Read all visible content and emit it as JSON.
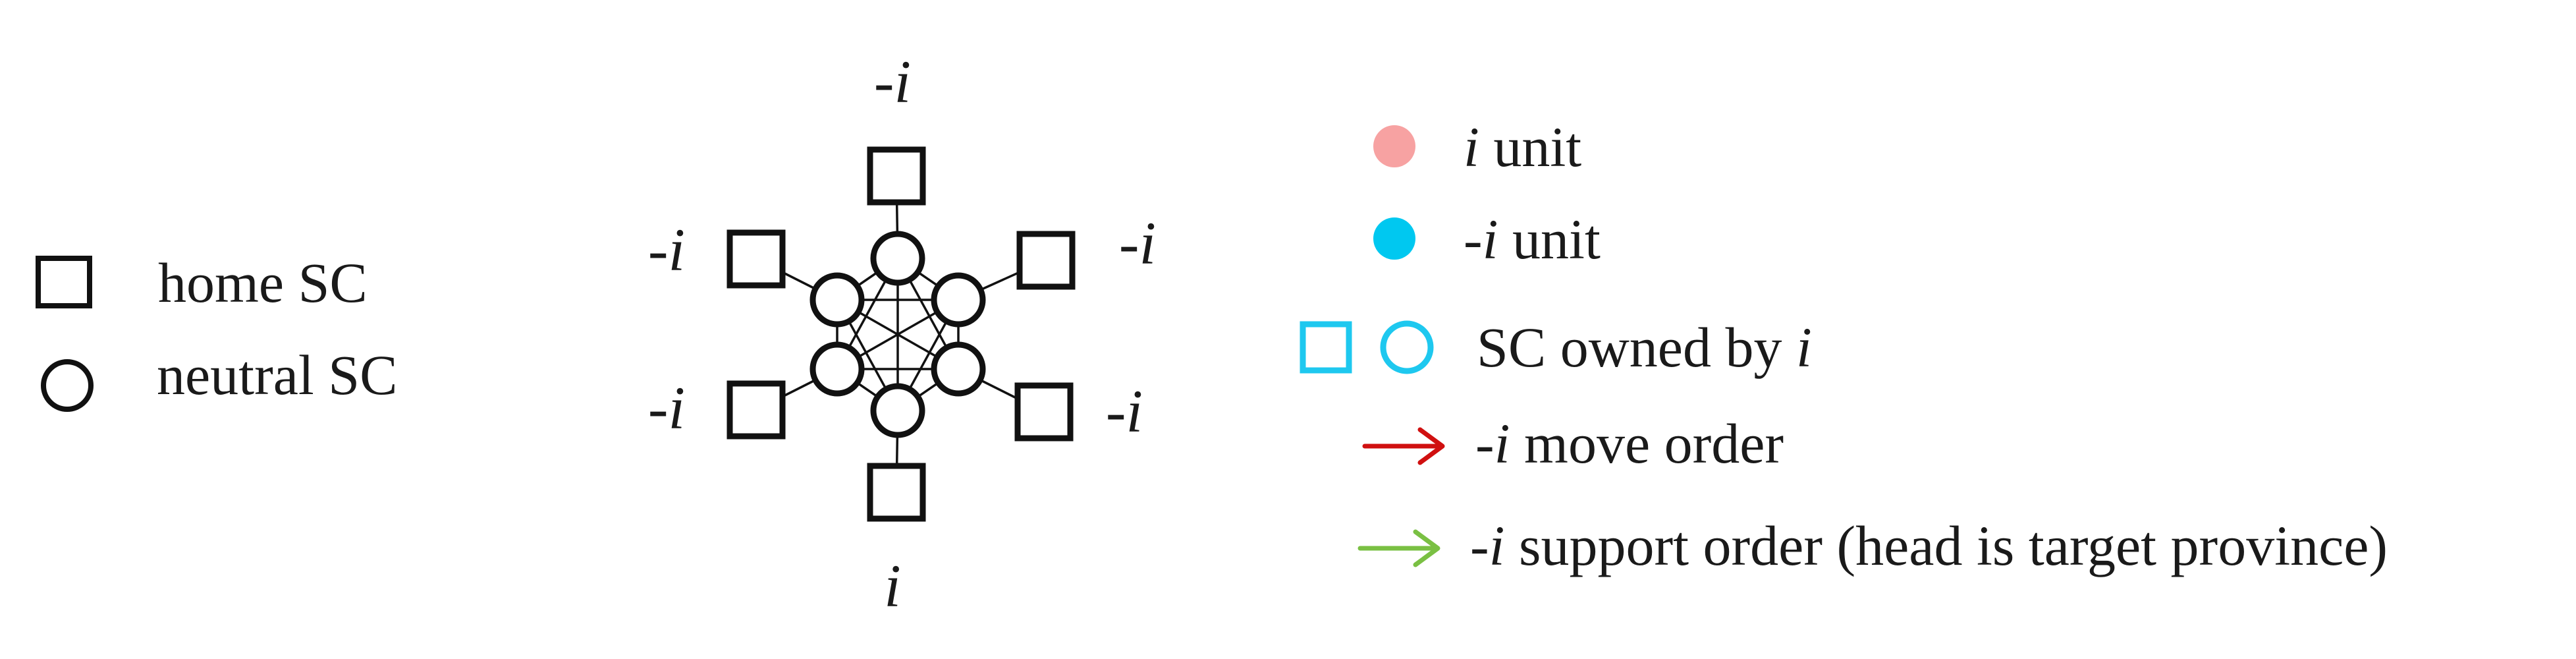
{
  "left_legend": {
    "home_sc": {
      "label": "home SC",
      "icon": "square-outline-icon"
    },
    "neutral_sc": {
      "label": "neutral SC",
      "icon": "circle-outline-icon"
    }
  },
  "board": {
    "home_labels": [
      "-i",
      "-i",
      "-i",
      "-i",
      "-i",
      "i"
    ],
    "neutral_count": 6
  },
  "right_legend": {
    "i_unit": {
      "prefix": "i",
      "text": " unit",
      "color": "#f7a2a2"
    },
    "neg_i_unit": {
      "prefix": "-i",
      "text": " unit",
      "color": "#00c8f0"
    },
    "owned": {
      "text": "SC owned by ",
      "suffix": "i",
      "color": "#1ec8ef"
    },
    "move": {
      "prefix": "-i",
      "text": " move order",
      "color": "#d01010"
    },
    "support": {
      "prefix": "-i",
      "text": " support order (head is target province)",
      "color": "#7ac043"
    }
  }
}
